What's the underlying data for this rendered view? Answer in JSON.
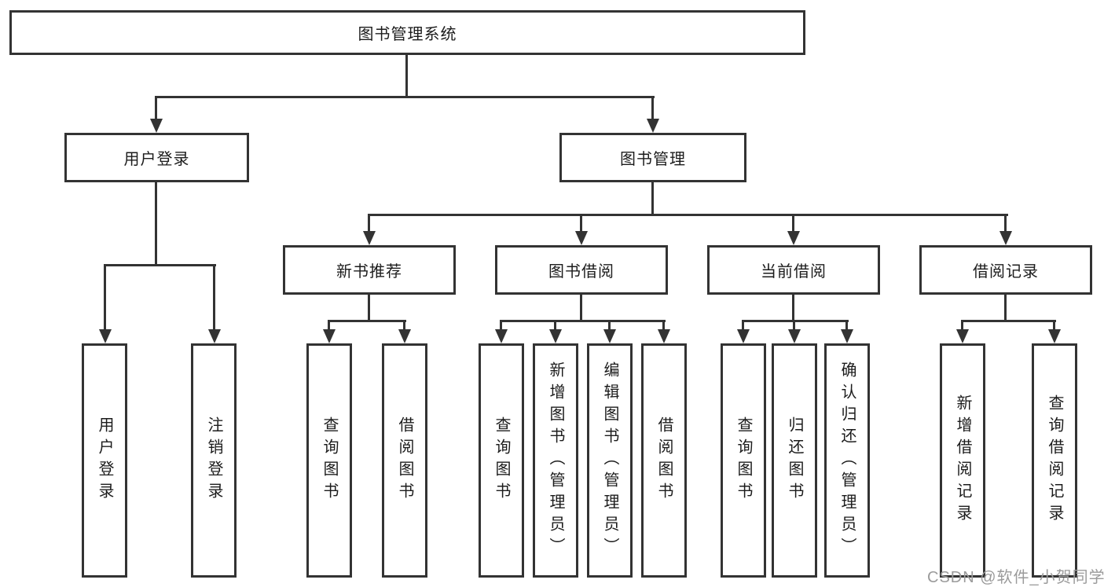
{
  "diagram": {
    "title_node": {
      "label": "图书管理系统"
    },
    "level2": [
      {
        "label": "用户登录"
      },
      {
        "label": "图书管理"
      }
    ],
    "level3": [
      {
        "label": "新书推荐"
      },
      {
        "label": "图书借阅"
      },
      {
        "label": "当前借阅"
      },
      {
        "label": "借阅记录"
      }
    ],
    "leaves": {
      "user_login": [
        {
          "label": "用户登录"
        },
        {
          "label": "注销登录"
        }
      ],
      "new_books": [
        {
          "label": "查询图书"
        },
        {
          "label": "借阅图书"
        }
      ],
      "book_borrow": [
        {
          "label": "查询图书"
        },
        {
          "label": "新增图书（管理员）"
        },
        {
          "label": "编辑图书（管理员）"
        },
        {
          "label": "借阅图书"
        }
      ],
      "current_borrow": [
        {
          "label": "查询图书"
        },
        {
          "label": "归还图书"
        },
        {
          "label": "确认归还（管理员）"
        }
      ],
      "borrow_records": [
        {
          "label": "新增借阅记录"
        },
        {
          "label": "查询借阅记录"
        }
      ]
    },
    "watermark": "CSDN @软件_小贺同学",
    "colors": {
      "line": "#333333",
      "box_background": "#ffffff",
      "text": "#1c1c1c",
      "watermark": "#9b9b9b"
    }
  }
}
